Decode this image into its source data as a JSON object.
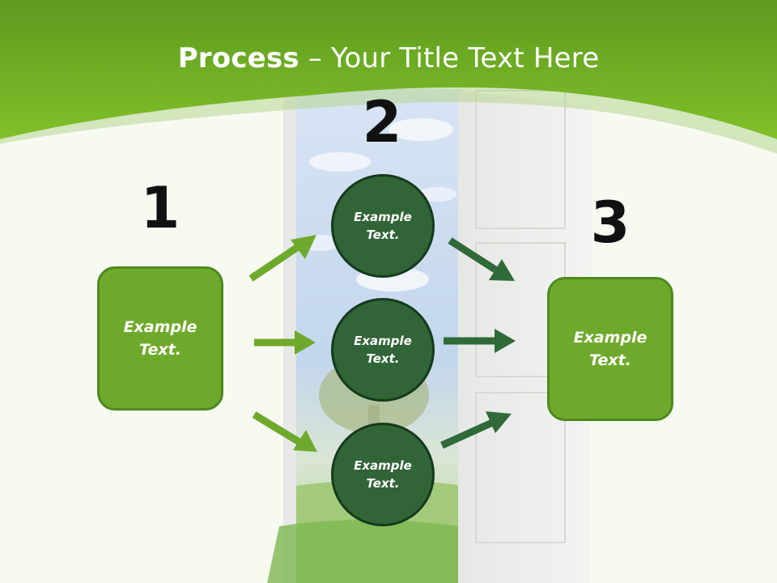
{
  "slide": {
    "title_strong": "Process",
    "title_rest": " – Your Title Text Here"
  },
  "steps": [
    {
      "number": "1",
      "line1": "Example",
      "line2": "Text."
    },
    {
      "number": "2"
    },
    {
      "number": "3",
      "line1": "Example",
      "line2": "Text."
    }
  ],
  "circles": [
    {
      "line1": "Example",
      "line2": "Text."
    },
    {
      "line1": "Example",
      "line2": "Text."
    },
    {
      "line1": "Example",
      "line2": "Text."
    }
  ],
  "colors": {
    "header_green": "#6cae24",
    "box_green": "#6fa92b",
    "circle_green": "#316437",
    "arrow_light": "#6fa92b",
    "arrow_dark": "#2f6a38"
  }
}
